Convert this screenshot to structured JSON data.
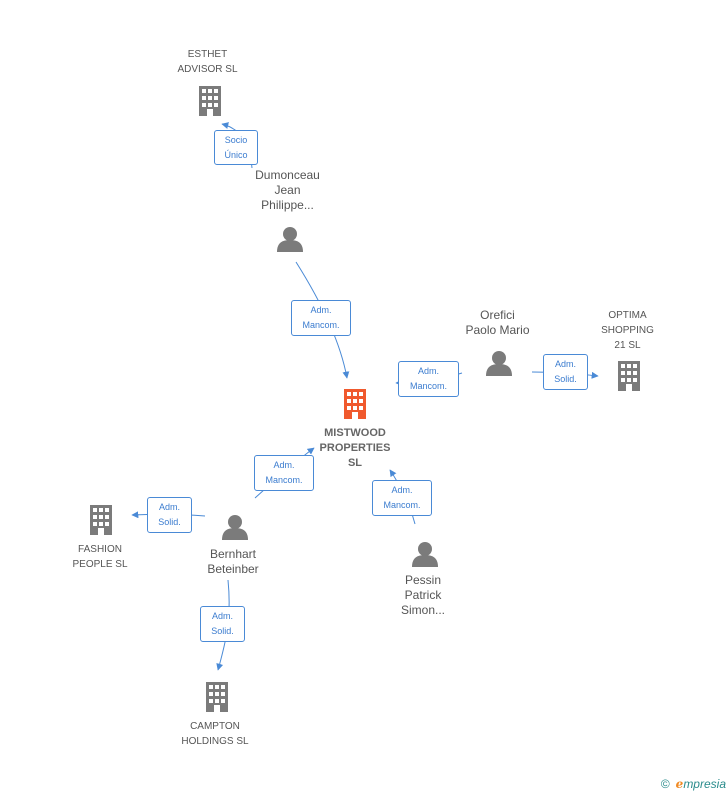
{
  "colors": {
    "edge": "#4a8ad6",
    "company_icon": "#7b7b7b",
    "center_icon": "#f0592d",
    "person_icon": "#7b7b7b"
  },
  "nodes": {
    "center": {
      "label": "MISTWOOD\nPROPERTIES\nSL",
      "icon": "building-icon"
    },
    "esthet": {
      "label": "ESTHET\nADVISOR SL",
      "icon": "building-icon"
    },
    "dumonceau": {
      "label": "Dumonceau\nJean\nPhilippe...",
      "icon": "person-icon"
    },
    "orefici": {
      "label": "Orefici\nPaolo Mario",
      "icon": "person-icon"
    },
    "optima": {
      "label": "OPTIMA\nSHOPPING\n21 SL",
      "icon": "building-icon"
    },
    "fashion": {
      "label": "FASHION\nPEOPLE  SL",
      "icon": "building-icon"
    },
    "bernhart": {
      "label": "Bernhart\nBeteinber",
      "icon": "person-icon"
    },
    "pessin": {
      "label": "Pessin\nPatrick\nSimon...",
      "icon": "person-icon"
    },
    "campton": {
      "label": "CAMPTON\nHOLDINGS SL",
      "icon": "building-icon"
    }
  },
  "edges": {
    "socio_unico": "Socio\nÚnico",
    "adm_mancom_dumonceau": "Adm.\nMancom.",
    "adm_mancom_orefici": "Adm.\nMancom.",
    "adm_solid_optima": "Adm.\nSolid.",
    "adm_mancom_bernhart": "Adm.\nMancom.",
    "adm_solid_fashion": "Adm.\nSolid.",
    "adm_mancom_pessin": "Adm.\nMancom.",
    "adm_solid_campton": "Adm.\nSolid."
  },
  "branding": {
    "copyright": "©",
    "e": "e",
    "name": "mpresia"
  }
}
